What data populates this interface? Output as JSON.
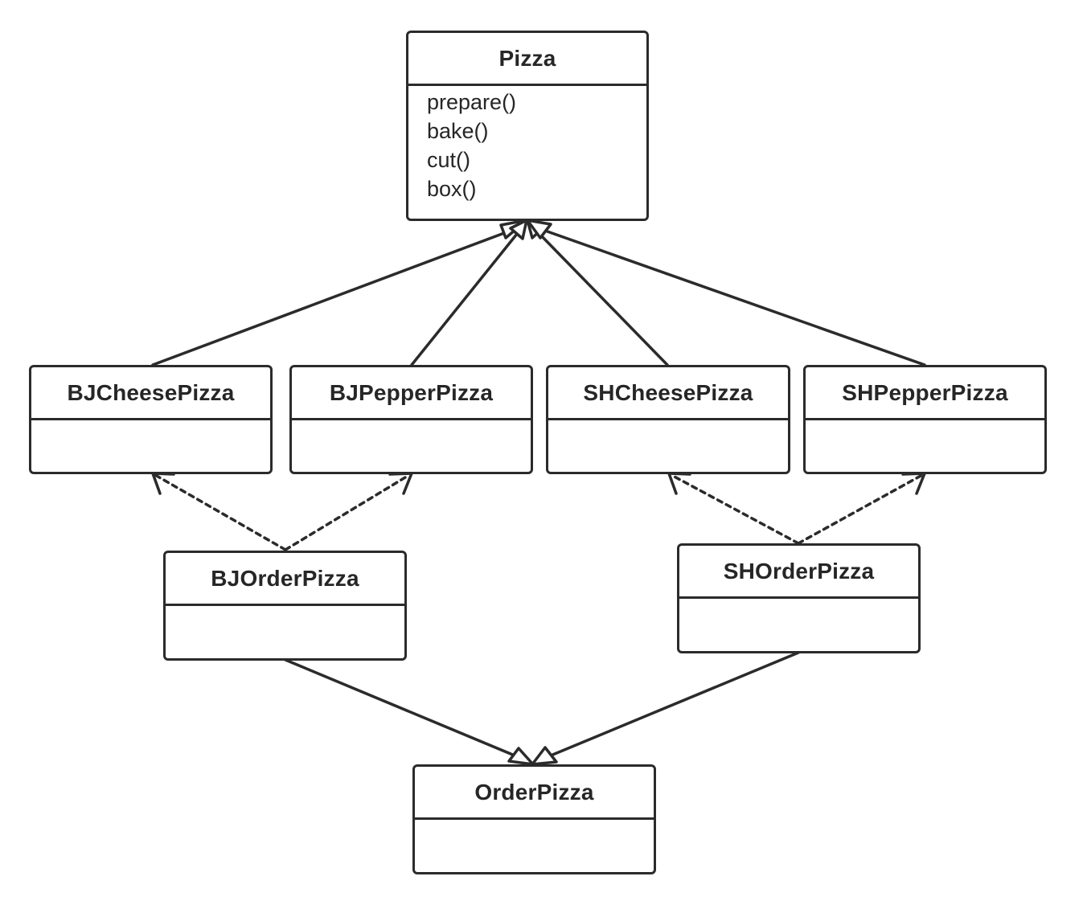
{
  "classes": {
    "pizza": {
      "name": "Pizza",
      "operations": [
        "prepare()",
        "bake()",
        "cut()",
        "box()"
      ]
    },
    "bj_cheese": {
      "name": "BJCheesePizza"
    },
    "bj_pepper": {
      "name": "BJPepperPizza"
    },
    "sh_cheese": {
      "name": "SHCheesePizza"
    },
    "sh_pepper": {
      "name": "SHPepperPizza"
    },
    "bj_order": {
      "name": "BJOrderPizza"
    },
    "sh_order": {
      "name": "SHOrderPizza"
    },
    "order": {
      "name": "OrderPizza"
    }
  },
  "relations": {
    "generalization": [
      {
        "from": "BJCheesePizza",
        "to": "Pizza"
      },
      {
        "from": "BJPepperPizza",
        "to": "Pizza"
      },
      {
        "from": "SHCheesePizza",
        "to": "Pizza"
      },
      {
        "from": "SHPepperPizza",
        "to": "Pizza"
      },
      {
        "from": "BJOrderPizza",
        "to": "OrderPizza"
      },
      {
        "from": "SHOrderPizza",
        "to": "OrderPizza"
      }
    ],
    "dependency": [
      {
        "from": "BJOrderPizza",
        "to": "BJCheesePizza"
      },
      {
        "from": "BJOrderPizza",
        "to": "BJPepperPizza"
      },
      {
        "from": "SHOrderPizza",
        "to": "SHCheesePizza"
      },
      {
        "from": "SHOrderPizza",
        "to": "SHPepperPizza"
      }
    ]
  },
  "colors": {
    "stroke": "#2b2b2b",
    "text": "#262626",
    "background": "#ffffff"
  }
}
